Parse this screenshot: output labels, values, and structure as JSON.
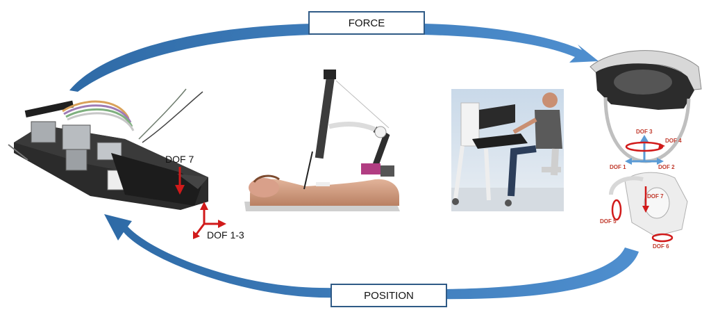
{
  "labels": {
    "force": "FORCE",
    "position": "POSITION"
  },
  "slave_instrument": {
    "dof_gripper": "DOF 7",
    "dof_translation": "DOF 1-3"
  },
  "master_device": {
    "dof_labels": [
      "DOF 3",
      "DOF 4",
      "DOF 1",
      "DOF 2",
      "DOF 7",
      "DOF 5",
      "DOF 6"
    ]
  },
  "colors": {
    "arrow": "#3a74b0",
    "box_border": "#2f5a86",
    "dof_red": "#d11a1a",
    "dof_blue": "#5b9bd5"
  }
}
